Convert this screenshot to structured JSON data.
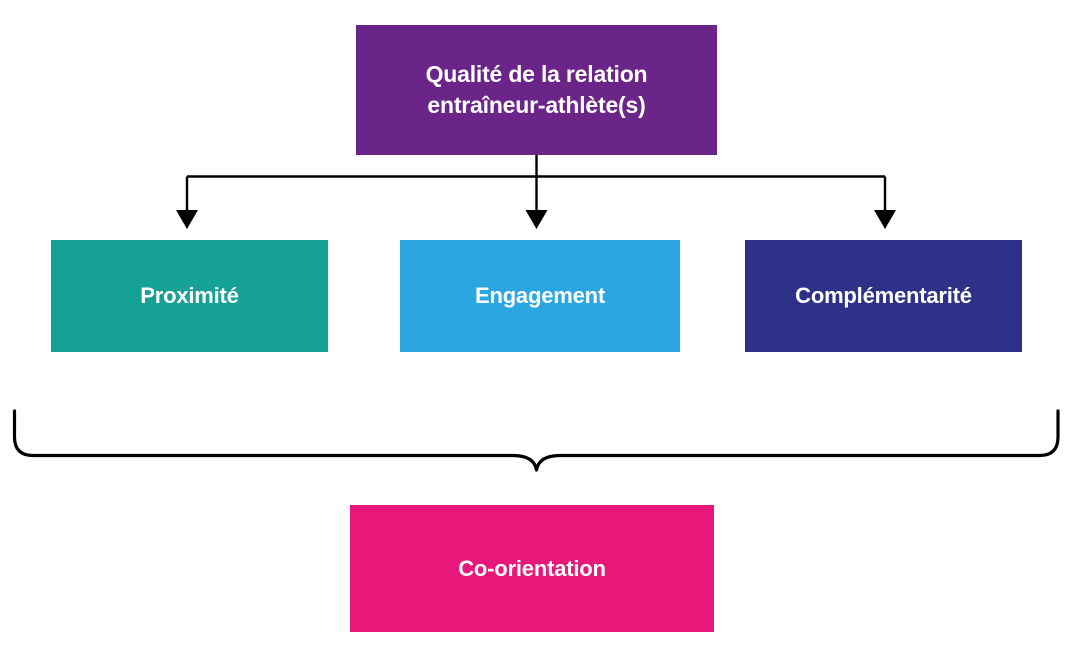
{
  "diagram": {
    "type": "hierarchy-flow",
    "title_node": {
      "id": "root",
      "label": "Qualité de la relation\nentraîneur-athlète(s)",
      "color": "#6B2589"
    },
    "dimension_nodes": [
      {
        "id": "proximite",
        "label": "Proximité",
        "color": "#15A195"
      },
      {
        "id": "engagement",
        "label": "Engagement",
        "color": "#2BA6E0"
      },
      {
        "id": "complementarite",
        "label": "Complémentarité",
        "color": "#2D3188"
      }
    ],
    "outcome_node": {
      "id": "coorientation",
      "label": "Co-orientation",
      "color": "#E8187A"
    },
    "connectors": {
      "stroke_color": "#000000",
      "arrow_count": 3,
      "brace_label": ""
    },
    "palette": {
      "background": "#FFFFFF",
      "text_on_fill": "#FFFFFF",
      "purple": "#6B2589",
      "teal": "#15A195",
      "blue": "#2BA6E0",
      "navy": "#2D3188",
      "pink": "#E8187A",
      "line": "#000000"
    }
  }
}
